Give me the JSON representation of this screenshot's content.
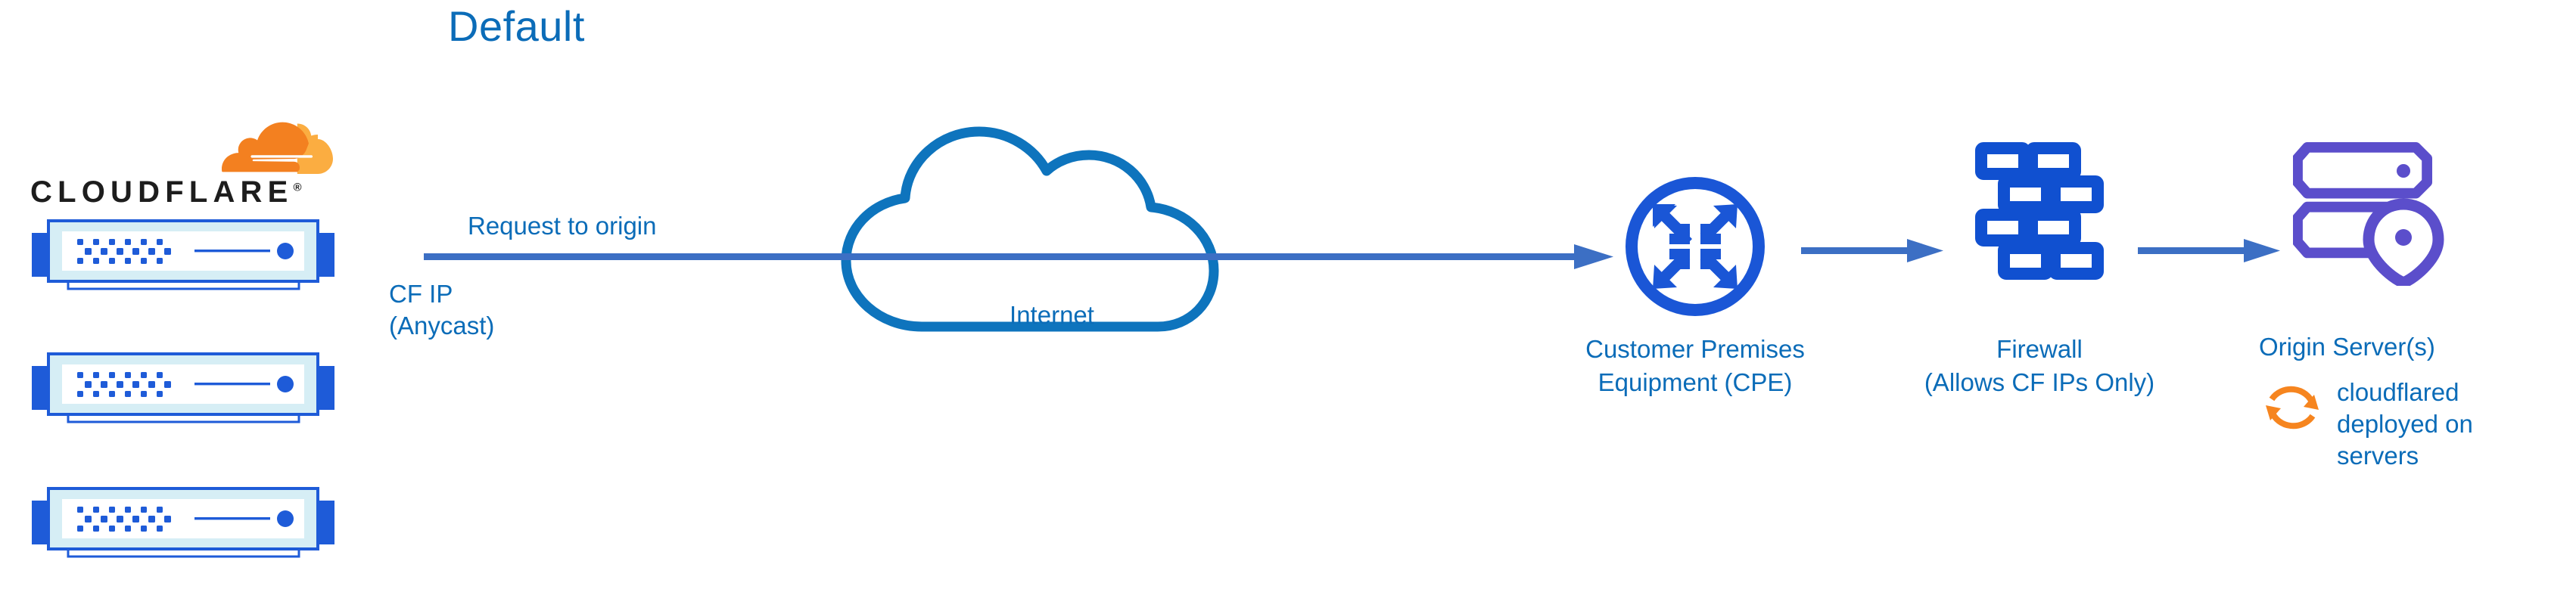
{
  "diagram": {
    "title": "Default",
    "brand": {
      "wordmark": "CLOUDFLARE",
      "registered_mark": "®",
      "logo_icon": "cloudflare-cloud-logo"
    },
    "edge_nodes": {
      "count": 3,
      "icon": "server-rack-unit-icon",
      "label": ""
    },
    "flow": {
      "request_label": "Request to origin",
      "source_ip_label_line1": "CF IP",
      "source_ip_label_line2": "(Anycast)",
      "arrow_icon": "right-arrow-icon"
    },
    "nodes": [
      {
        "id": "internet",
        "icon": "cloud-icon",
        "label": "Internet",
        "label_lines": [
          "Internet"
        ]
      },
      {
        "id": "cpe",
        "icon": "router-four-arrows-circle-icon",
        "label": "Customer Premises Equipment (CPE)",
        "label_lines": [
          "Customer Premises",
          "Equipment (CPE)"
        ]
      },
      {
        "id": "firewall",
        "icon": "brick-wall-icon",
        "label": "Firewall (Allows CF IPs Only)",
        "label_lines": [
          "Firewall",
          "(Allows CF IPs Only)"
        ]
      },
      {
        "id": "origin-server",
        "icon": "server-rack-location-pin-icon",
        "label": "Origin Server(s)",
        "label_lines": [
          "Origin Server(s)"
        ]
      }
    ],
    "annotation": {
      "icon": "sync-circular-arrows-icon",
      "text_lines": [
        "cloudflared",
        "deployed on",
        "servers"
      ],
      "text": "cloudflared deployed on servers"
    },
    "colors": {
      "title_blue": "#0b6cb8",
      "label_blue": "#0b6cb8",
      "arrow_blue": "#3c6fc4",
      "icon_blue": "#1a56d6",
      "cloud_blue": "#0e74bd",
      "origin_purple": "#5b4ecb",
      "brand_orange": "#f38020",
      "brand_orange_light": "#fbad41",
      "server_panel_cyan": "#d6eef5",
      "background": "#ffffff"
    }
  }
}
